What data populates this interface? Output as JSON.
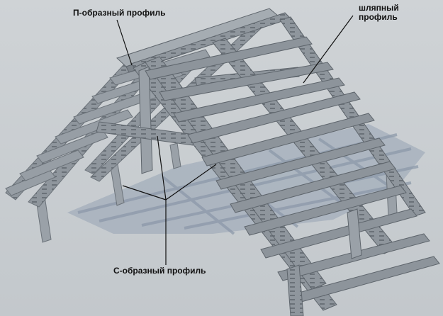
{
  "labels": {
    "p_profile": "П-образный профиль",
    "hat_profile": "шляпный\nпрофиль",
    "c_profile": "С-образный профиль"
  },
  "colors": {
    "background": "#c9cdd1",
    "metal": "#8f969d",
    "metal_dark": "#6f767d",
    "metal_light": "#b3b9be",
    "shadow": "#9aa6b4",
    "leader": "#111111"
  }
}
